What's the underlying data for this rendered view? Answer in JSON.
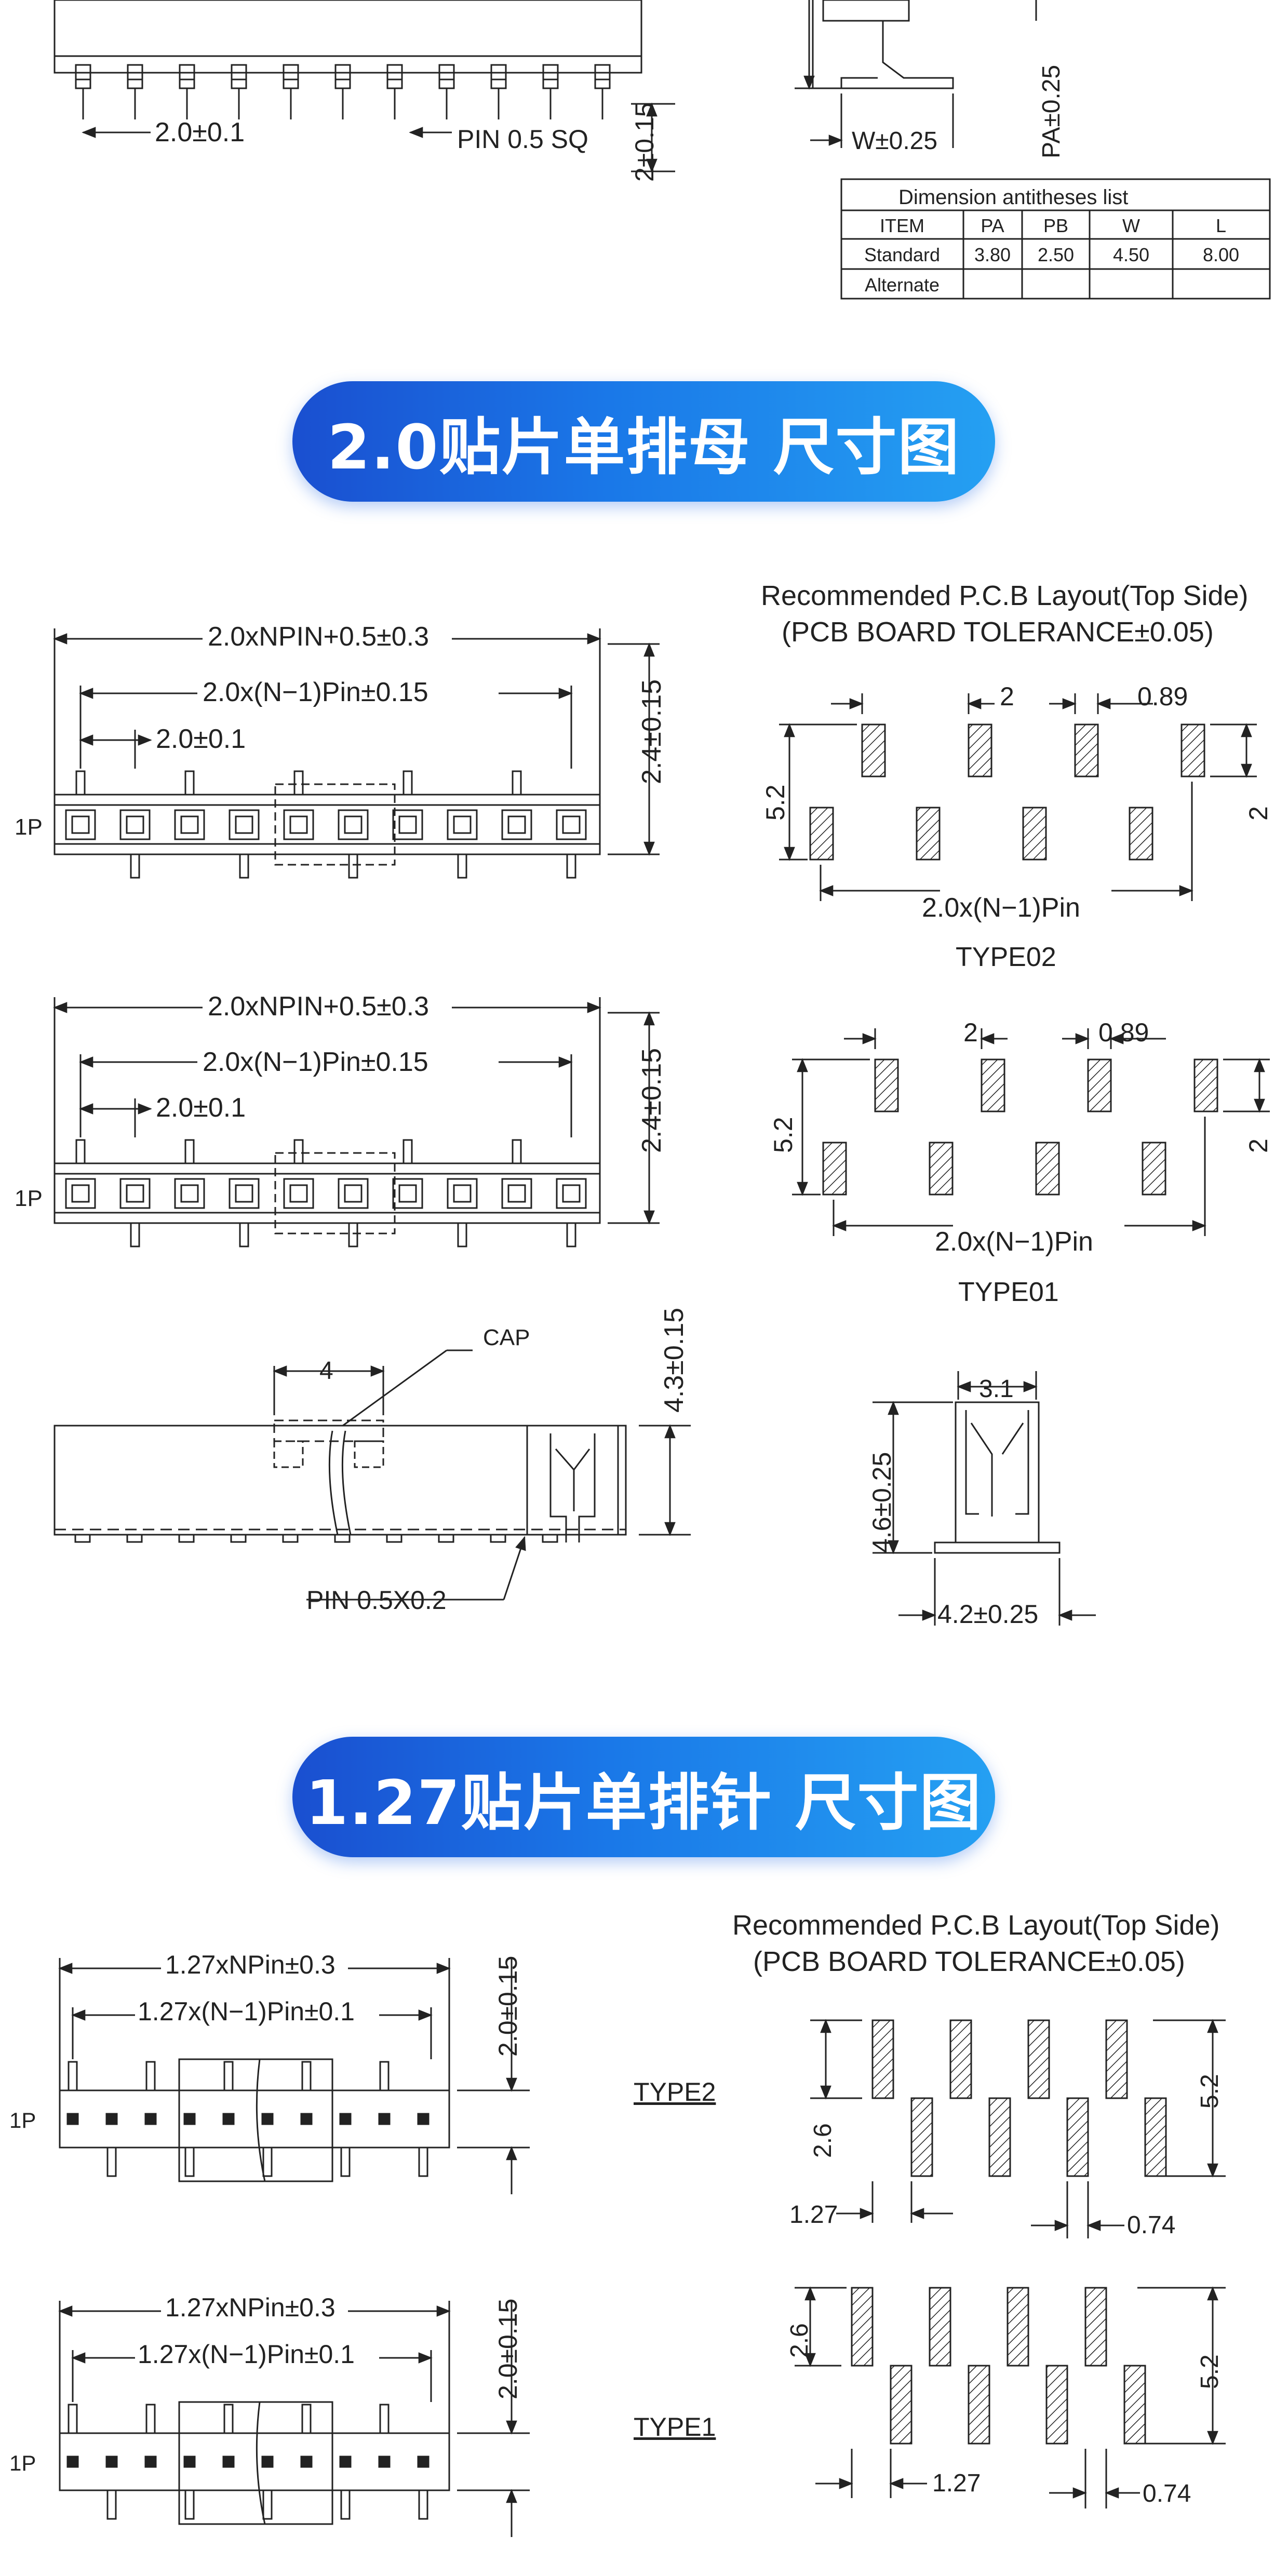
{
  "banners": {
    "smd_2_0_female": "2.0贴片单排母  尺寸图",
    "smd_1_27_header": "1.27贴片单排针  尺寸图"
  },
  "top_section": {
    "pitch": "2.0±0.1",
    "pin": "PIN  0.5  SQ",
    "height": "2±0.15",
    "w": "W±0.25",
    "pa": "PA±0.25",
    "table": {
      "title": "Dimension  antitheses  list",
      "headers": [
        "ITEM",
        "PA",
        "PB",
        "W",
        "L"
      ],
      "rows": [
        [
          "Standard",
          "3.80",
          "2.50",
          "4.50",
          "8.00"
        ],
        [
          "Alternate",
          "",
          "",
          "",
          ""
        ]
      ]
    }
  },
  "female_2_0": {
    "layout_title": "Recommended  P.C.B  Layout(Top  Side)",
    "layout_tolerance": "(PCB  BOARD  TOLERANCE±0.05)",
    "dim_overall": "2.0xNPIN+0.5±0.3",
    "dim_span": "2.0x(N−1)Pin±0.15",
    "dim_pitch": "2.0±0.1",
    "dim_height": "2.4±0.15",
    "pin1": "1P",
    "pad_pitch": "2",
    "pad_width": "0.89",
    "pad_length": "5.2",
    "pad_offset": "2",
    "pad_span": "2.0x(N−1)Pin",
    "type02": "TYPE02",
    "type01": "TYPE01",
    "cap": "CAP",
    "cap_width": "4",
    "side_height": "4.3±0.15",
    "pin_size": "PIN  0.5X0.2",
    "end_width_top": "3.1",
    "end_height": "4.6±0.25",
    "end_width_bottom": "4.2±0.25"
  },
  "header_1_27": {
    "layout_title": "Recommended  P.C.B  Layout(Top  Side)",
    "layout_tolerance": "(PCB  BOARD  TOLERANCE±0.05)",
    "dim_overall": "1.27xNPin±0.3",
    "dim_span": "1.27x(N−1)Pin±0.1",
    "dim_height": "2.0±0.15",
    "pin1": "1P",
    "type2": "TYPE2",
    "type1": "TYPE1",
    "pad_offset": "2.6",
    "pad_length": "5.2",
    "pad_pitch": "1.27",
    "pad_width": "0.74"
  }
}
